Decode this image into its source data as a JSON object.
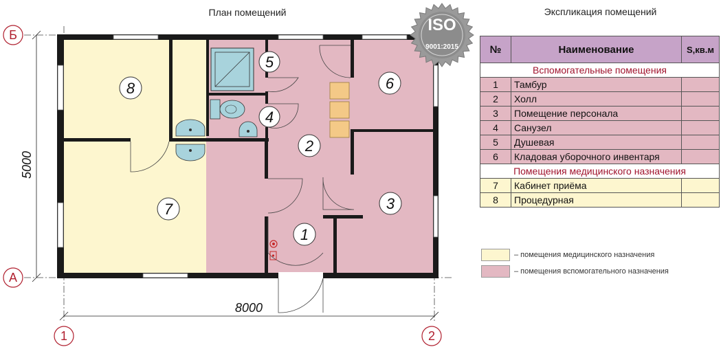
{
  "plan": {
    "title": "План помещений",
    "dim_height": "5000",
    "dim_width": "8000",
    "axes": {
      "top": "Б",
      "bottom": "А",
      "left": "1",
      "right": "2"
    },
    "badge": {
      "main": "ISO",
      "sub": "9001:2015"
    },
    "rooms": [
      "1",
      "2",
      "3",
      "4",
      "5",
      "6",
      "7",
      "8"
    ],
    "colors": {
      "medical": "#fdf6cf",
      "auxiliary": "#e3b8c2",
      "fixture": "#a8d3dc",
      "wall": "#1a1a1a"
    }
  },
  "explication": {
    "title": "Экспликация помещений",
    "headers": {
      "no": "№",
      "name": "Наименование",
      "area": "S,кв.м"
    },
    "groups": [
      {
        "title": "Вспомогательные помещения",
        "kind": "auxiliary",
        "rows": [
          {
            "no": "1",
            "name": "Тамбур",
            "area": ""
          },
          {
            "no": "2",
            "name": "Холл",
            "area": ""
          },
          {
            "no": "3",
            "name": "Помещение персонала",
            "area": ""
          },
          {
            "no": "4",
            "name": "Санузел",
            "area": ""
          },
          {
            "no": "5",
            "name": "Душевая",
            "area": ""
          },
          {
            "no": "6",
            "name": "Кладовая уборочного инвентаря",
            "area": ""
          }
        ]
      },
      {
        "title": "Помещения медицинского назначения",
        "kind": "medical",
        "rows": [
          {
            "no": "7",
            "name": "Кабинет приёма",
            "area": ""
          },
          {
            "no": "8",
            "name": "Процедурная",
            "area": ""
          }
        ]
      }
    ]
  },
  "legend": {
    "medical": "– помещения медицинского назначения",
    "auxiliary": "– помещения вспомогательного назначения"
  }
}
